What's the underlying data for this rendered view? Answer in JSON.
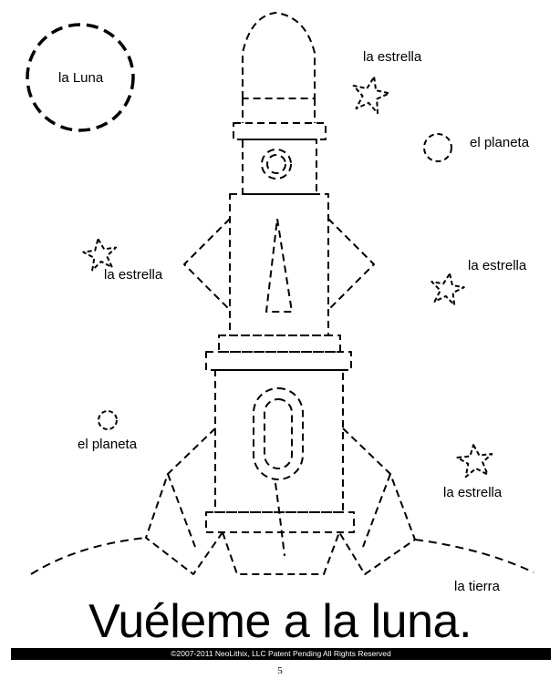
{
  "labels": {
    "moon": "la Luna",
    "star_1": "la estrella",
    "planet_1": "el planeta",
    "star_2": "la estrella",
    "star_3": "la estrella",
    "planet_2": "el planeta",
    "star_4": "la estrella",
    "earth": "la tierra"
  },
  "headline": "Vuéleme a la luna.",
  "footer": {
    "copyright": "©2007-2011  NeoLithix, LLC  Patent Pending  All Rights Reserved",
    "page_number": "5"
  },
  "colors": {
    "ink": "#000000",
    "paper": "#ffffff"
  }
}
